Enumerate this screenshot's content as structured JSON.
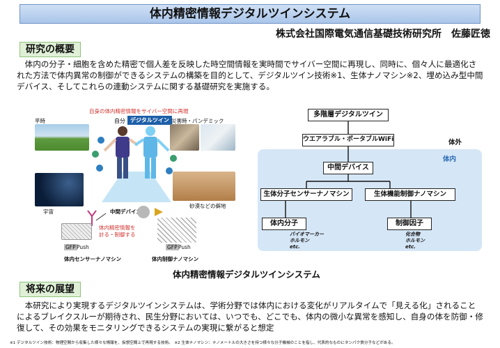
{
  "header": {
    "title": "体内精密情報デジタルツインシステム",
    "author": "株式会社国際電気通信基礎技術研究所　佐藤匠徳"
  },
  "overview": {
    "label": "研究の概要",
    "text": "　体内の分子・細胞を含めた精密で個人差を反映した時空間情報を実時間でサイバー空間に再現し、同時に、個々人に最適化された方法で体内異常の制御ができるシステムの構築を目的として、デジタルツイン技術※1、生体ナノマシン※2、埋め込み型中間デバイス、そしてこれらの連動システムに関する基礎研究を実施する。"
  },
  "illustration": {
    "heading": "自身の体内精密情報をサイバー空間に再現",
    "self": "自分",
    "digital_twin": "デジタルツイン",
    "normal": "平時",
    "disaster": "災害時・パンデミック",
    "space": "宇宙",
    "desert": "砂漠などの僻地",
    "device": "中間デバイス",
    "measure": "体内精密情報を\n計る・制御する",
    "sensor_nano": "体内センサーナノマシン",
    "control_nano": "体内制御ナノマシン",
    "gfp1": "GFP",
    "push1": "Push",
    "gfp2": "GFP",
    "push2": "Push"
  },
  "diagram": {
    "multilayer_twin": "多階層デジタルツイン",
    "wearable_wifi": "ウエアラブル・ポータブルWiFi",
    "outside": "体外",
    "inside": "体内",
    "middle_device": "中間デバイス",
    "sensor_nanomachine": "生体分子センサーナノマシン",
    "control_nanomachine": "生体機能制御ナノマシン",
    "biomolecule": "体内分子",
    "control_factor": "制御因子",
    "bio_examples": [
      "バイオマーカー",
      "ホルモン",
      "etc."
    ],
    "ctrl_examples": [
      "化合物",
      "ホルモン",
      "etc."
    ]
  },
  "figure_caption": "体内精密情報デジタルツインシステム",
  "future": {
    "label": "将来の展望",
    "text": "　本研究により実現するデジタルツインシステムは、学術分野では体内における変化がリアルタイムで「見える化」されることによるブレイクスルーが期待され、民生分野においては、いつでも、どこでも、体内の微小な異常を感知し、自身の体を防御・修復して、その効果をモニタリングできるシステムの実現に繋がると想定"
  },
  "footnote": "※1 デジタルツイン技術：物理空間から収集した様々な情報を、仮想空間上で再現する技術。　※2 生体ナノマシン：ナノメートルの大きさを持つ様々な分子機械のことを指し、代表的なものにタンパク質分子などがある。"
}
